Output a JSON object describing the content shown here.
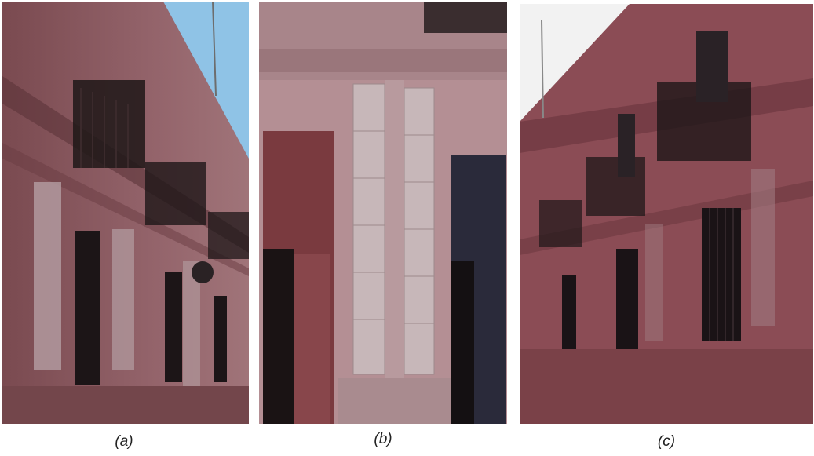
{
  "figure": {
    "panels": [
      {
        "caption": "(a)",
        "scene": "building-facade-balconies"
      },
      {
        "caption": "(b)",
        "scene": "stone-pilaster-doors"
      },
      {
        "caption": "(c)",
        "scene": "building-facade-barred-windows"
      }
    ]
  },
  "colors": {
    "sky": "#8fc3e6",
    "stone": "#8a5a5e",
    "stone_dark": "#5c3338",
    "ironwork": "#1e1718",
    "door": "#7a3a3f",
    "block": "#c7b7b9"
  }
}
